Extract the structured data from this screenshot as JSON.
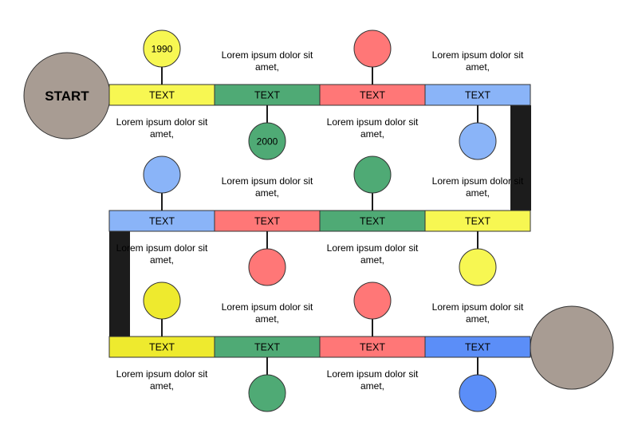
{
  "colors": {
    "yellow": "#f7f752",
    "yellow_dark": "#eeea2e",
    "green": "#4faa75",
    "red": "#ff7777",
    "blue_light": "#8ab4f8",
    "blue": "#5b8ef8",
    "taupe": "#a89c93",
    "connector": "#1c1c1c",
    "outline": "#333333"
  },
  "start_label": "START",
  "rows": [
    {
      "segments": [
        {
          "label": "TEXT",
          "color": "#f7f752"
        },
        {
          "label": "TEXT",
          "color": "#4faa75"
        },
        {
          "label": "TEXT",
          "color": "#ff7777"
        },
        {
          "label": "TEXT",
          "color": "#8ab4f8"
        }
      ],
      "markers": [
        {
          "side": "above",
          "color": "#f7f752",
          "text": "1990"
        },
        {
          "side": "below",
          "color": "#4faa75",
          "text": "2000"
        },
        {
          "side": "above",
          "color": "#ff7777",
          "text": ""
        },
        {
          "side": "below",
          "color": "#8ab4f8",
          "text": ""
        }
      ],
      "captions": [
        {
          "line1": "Lorem ipsum dolor sit",
          "line2": "amet,"
        },
        {
          "line1": "Lorem ipsum dolor sit",
          "line2": "amet,"
        },
        {
          "line1": "Lorem ipsum dolor sit",
          "line2": "amet,"
        },
        {
          "line1": "Lorem ipsum dolor sit",
          "line2": "amet,"
        }
      ]
    },
    {
      "segments": [
        {
          "label": "TEXT",
          "color": "#8ab4f8"
        },
        {
          "label": "TEXT",
          "color": "#ff7777"
        },
        {
          "label": "TEXT",
          "color": "#4faa75"
        },
        {
          "label": "TEXT",
          "color": "#f7f752"
        }
      ],
      "markers": [
        {
          "side": "above",
          "color": "#8ab4f8",
          "text": ""
        },
        {
          "side": "below",
          "color": "#ff7777",
          "text": ""
        },
        {
          "side": "above",
          "color": "#4faa75",
          "text": ""
        },
        {
          "side": "below",
          "color": "#f7f752",
          "text": ""
        }
      ],
      "captions": [
        {
          "line1": "Lorem ipsum dolor sit",
          "line2": "amet,"
        },
        {
          "line1": "Lorem ipsum dolor sit",
          "line2": "amet,"
        },
        {
          "line1": "Lorem ipsum dolor sit",
          "line2": "amet,"
        },
        {
          "line1": "Lorem ipsum dolor sit",
          "line2": "amet,"
        }
      ]
    },
    {
      "segments": [
        {
          "label": "TEXT",
          "color": "#eeea2e"
        },
        {
          "label": "TEXT",
          "color": "#4faa75"
        },
        {
          "label": "TEXT",
          "color": "#ff7777"
        },
        {
          "label": "TEXT",
          "color": "#5b8ef8"
        }
      ],
      "markers": [
        {
          "side": "above",
          "color": "#eeea2e",
          "text": ""
        },
        {
          "side": "below",
          "color": "#4faa75",
          "text": ""
        },
        {
          "side": "above",
          "color": "#ff7777",
          "text": ""
        },
        {
          "side": "below",
          "color": "#5b8ef8",
          "text": ""
        }
      ],
      "captions": [
        {
          "line1": "Lorem ipsum dolor sit",
          "line2": "amet,"
        },
        {
          "line1": "Lorem ipsum dolor sit",
          "line2": "amet,"
        },
        {
          "line1": "Lorem ipsum dolor sit",
          "line2": "amet,"
        },
        {
          "line1": "Lorem ipsum dolor sit",
          "line2": "amet,"
        }
      ]
    }
  ]
}
